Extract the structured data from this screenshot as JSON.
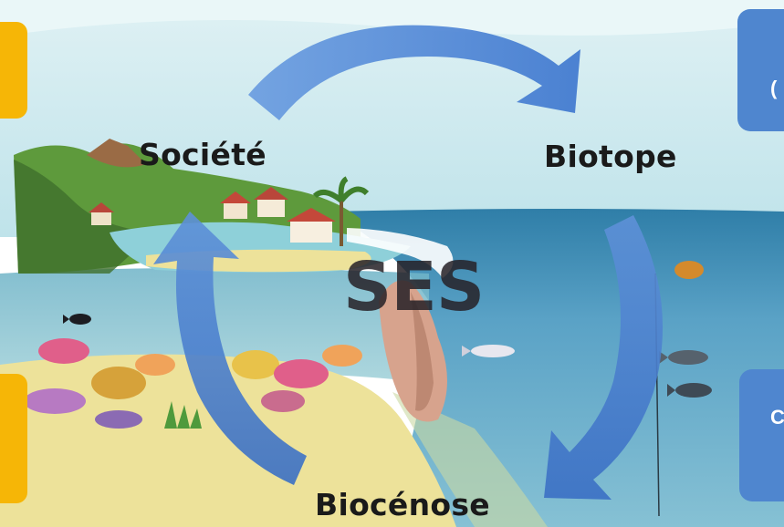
{
  "diagram": {
    "center_label": "SES",
    "nodes": [
      {
        "id": "societe",
        "label": "Société"
      },
      {
        "id": "biotope",
        "label": "Biotope"
      },
      {
        "id": "biocenose",
        "label": "Biocénose"
      }
    ],
    "cycle": [
      {
        "from": "societe",
        "to": "biotope"
      },
      {
        "from": "biotope",
        "to": "biocenose"
      },
      {
        "from": "biocenose",
        "to": "societe"
      }
    ],
    "side_boxes": {
      "top_right_fragment": "(",
      "bottom_right_fragment": "C"
    }
  },
  "colors": {
    "arrow": "#3f78cf",
    "left_boxes": "#f6b606",
    "right_boxes": "#4f86cf",
    "sea": "#5aa2c6",
    "sand": "#ede29a",
    "hills": "#5e9a3c"
  }
}
